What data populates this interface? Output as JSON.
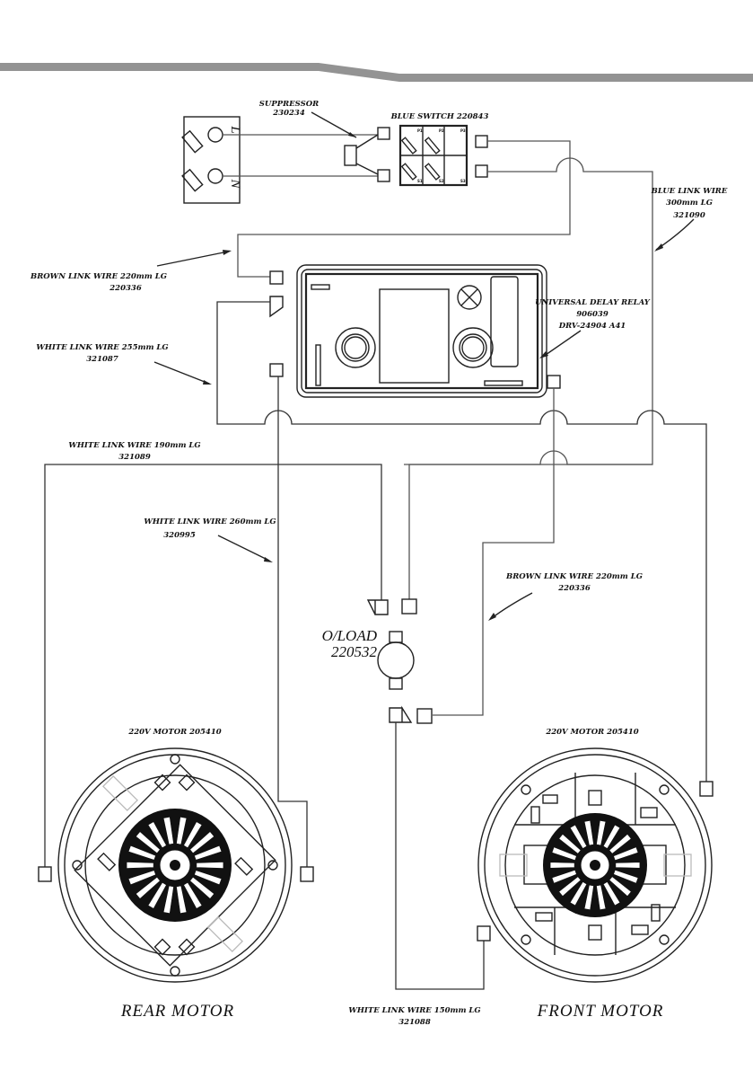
{
  "header_band": {
    "color": "#939393"
  },
  "plug": {
    "terminals": [
      "L",
      "N"
    ]
  },
  "suppressor": {
    "name": "SUPPRESSOR",
    "part": "230234"
  },
  "blue_switch": {
    "label": "BLUE SWITCH 220843",
    "terminal_marks": [
      "P1",
      "P2",
      "P3",
      "S1",
      "S2",
      "S3"
    ]
  },
  "relay": {
    "name": "UNIVERSAL DELAY RELAY",
    "part": "906039",
    "model": "DRV-24904 A41"
  },
  "oload": {
    "name": "O/LOAD",
    "part": "220532"
  },
  "wires": {
    "blue_300": {
      "line1": "BLUE LINK WIRE",
      "line2": "300mm LG",
      "line3": "321090"
    },
    "brown_220_top": {
      "line1": "BROWN LINK WIRE 220mm LG",
      "line2": "220336"
    },
    "white_255": {
      "line1": "WHITE LINK WIRE 255mm LG",
      "line2": "321087"
    },
    "white_190": {
      "line1": "WHITE LINK WIRE 190mm LG",
      "line2": "321089"
    },
    "white_260": {
      "line1": "WHITE LINK WIRE 260mm LG",
      "line2": "320995"
    },
    "brown_220_bottom": {
      "line1": "BROWN LINK WIRE 220mm LG",
      "line2": "220336"
    },
    "white_150": {
      "line1": "WHITE LINK WIRE 150mm LG",
      "line2": "321088"
    }
  },
  "rear_motor": {
    "spec": "220V MOTOR 205410",
    "title": "REAR MOTOR"
  },
  "front_motor": {
    "spec": "220V MOTOR 205410",
    "title": "FRONT MOTOR"
  }
}
